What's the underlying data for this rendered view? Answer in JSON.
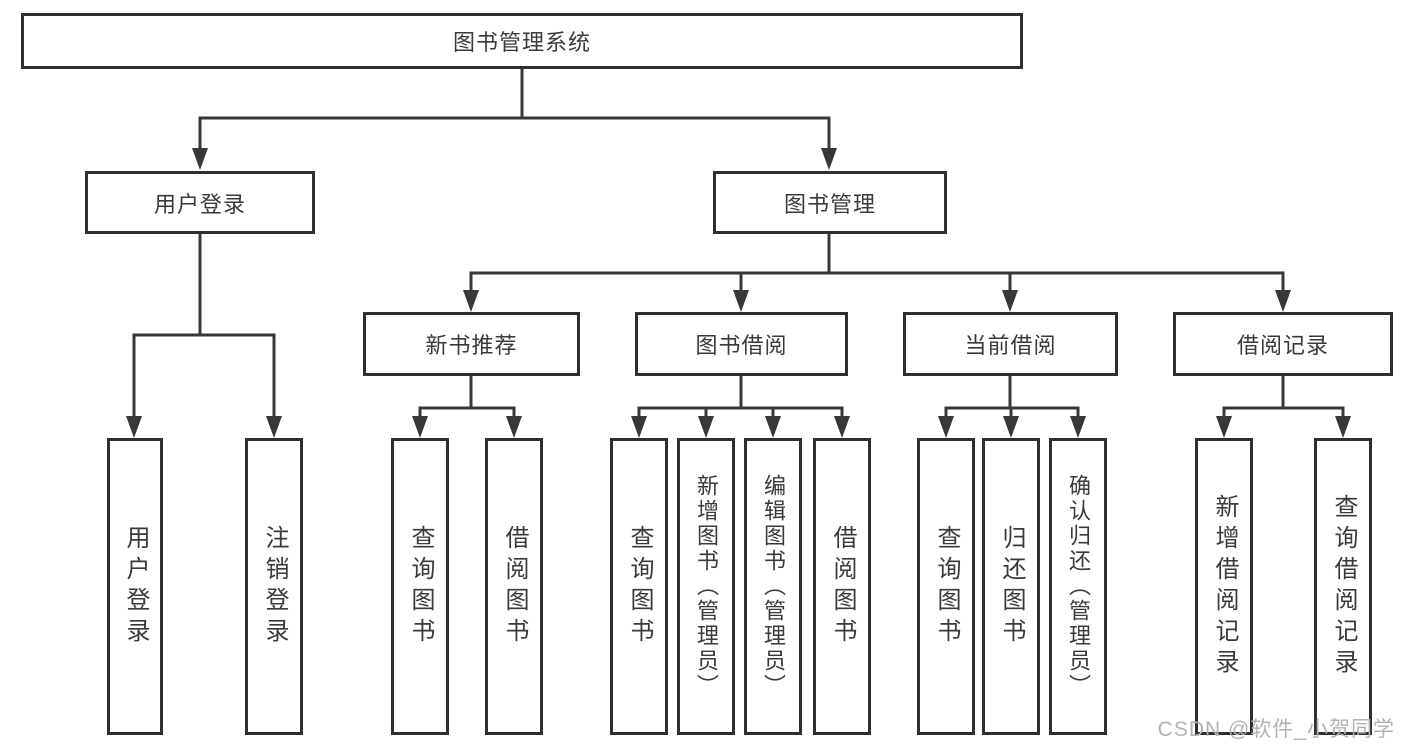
{
  "diagram": {
    "root": {
      "label": "图书管理系统"
    },
    "branches": [
      {
        "label": "用户登录",
        "children": [
          {
            "label": "用户登录"
          },
          {
            "label": "注销登录"
          }
        ]
      },
      {
        "label": "图书管理",
        "children": [
          {
            "label": "新书推荐",
            "children": [
              {
                "label": "查询图书"
              },
              {
                "label": "借阅图书"
              }
            ]
          },
          {
            "label": "图书借阅",
            "children": [
              {
                "label": "查询图书"
              },
              {
                "label": "新增图书（管理员）"
              },
              {
                "label": "编辑图书（管理员）"
              },
              {
                "label": "借阅图书"
              }
            ]
          },
          {
            "label": "当前借阅",
            "children": [
              {
                "label": "查询图书"
              },
              {
                "label": "归还图书"
              },
              {
                "label": "确认归还（管理员）"
              }
            ]
          },
          {
            "label": "借阅记录",
            "children": [
              {
                "label": "新增借阅记录"
              },
              {
                "label": "查询借阅记录"
              }
            ]
          }
        ]
      }
    ],
    "colors": {
      "line": "#383838",
      "border": "#2f2f2f",
      "text": "#3a3a3a",
      "watermark": "#b3b3b3"
    }
  },
  "watermark": {
    "text": "CSDN @软件_小贺同学"
  }
}
